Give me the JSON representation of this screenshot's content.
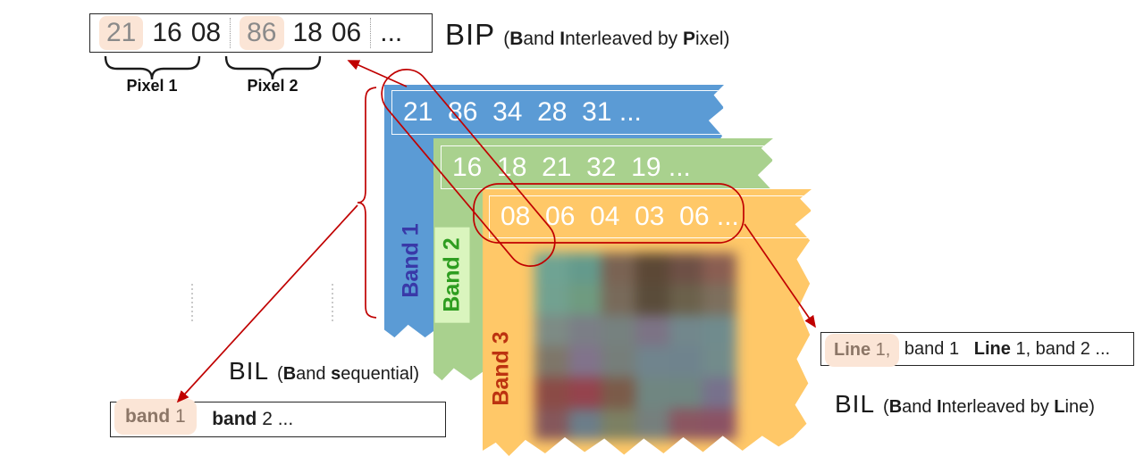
{
  "palette": {
    "annotation_red": "#C00000",
    "highlight_bg": "#FBE5D6",
    "top_highlight_text": "#8A8A8A",
    "box_highlight_text": "#8C7667",
    "text_black": "#1F1F1F"
  },
  "bip_box": {
    "segments": [
      {
        "t": "21",
        "hl": true
      },
      {
        "t": "16"
      },
      {
        "t": "08"
      },
      {
        "sep": true
      },
      {
        "t": "86",
        "hl": true
      },
      {
        "t": "18"
      },
      {
        "t": "06"
      },
      {
        "sep": true
      },
      {
        "t": "..."
      }
    ],
    "pixel_labels": [
      "Pixel 1",
      "Pixel 2"
    ]
  },
  "captions": {
    "bip": {
      "abbr": "BIP",
      "segments": [
        {
          "t": "("
        },
        {
          "t": "B",
          "b": true
        },
        {
          "t": "and "
        },
        {
          "t": "I",
          "b": true
        },
        {
          "t": "nterleaved by "
        },
        {
          "t": "P",
          "b": true
        },
        {
          "t": "ixel)"
        }
      ]
    },
    "bsq": {
      "abbr": "BIL",
      "segments": [
        {
          "t": "("
        },
        {
          "t": "B",
          "b": true
        },
        {
          "t": "and "
        },
        {
          "t": "s",
          "b": true
        },
        {
          "t": "equential)"
        }
      ]
    },
    "bil": {
      "abbr": "BIL",
      "segments": [
        {
          "t": "("
        },
        {
          "t": "B",
          "b": true
        },
        {
          "t": "and "
        },
        {
          "t": "I",
          "b": true
        },
        {
          "t": "nterleaved by "
        },
        {
          "t": "L",
          "b": true
        },
        {
          "t": "ine)"
        }
      ]
    }
  },
  "bands": [
    {
      "name": "Band 1",
      "values": "21  86  34  28  31 ...",
      "sheet_color": "#5B9BD5",
      "label_color": "#3939A8"
    },
    {
      "name": "Band 2",
      "values": "16  18  21  32  19 ...",
      "sheet_color": "#A9D18E",
      "label_color": "#2E9D20",
      "label_bg": "#DAF5BE"
    },
    {
      "name": "Band 3",
      "values": "08  06  04  03  06 ...",
      "sheet_color": "#FFC868",
      "label_color": "#BC3310"
    }
  ],
  "bsq_box": {
    "segments": [
      {
        "hl": true,
        "parts": [
          {
            "t": "band ",
            "b": true
          },
          {
            "t": "1"
          }
        ]
      },
      {
        "t": "   "
      },
      {
        "t": "band",
        "b": true
      },
      {
        "t": " 2 ..."
      }
    ]
  },
  "bil_box": {
    "segments": [
      {
        "hl": true,
        "parts": [
          {
            "t": "Line ",
            "b": true
          },
          {
            "t": "1,"
          }
        ]
      },
      {
        "t": " band 1   "
      },
      {
        "t": "Line",
        "b": true
      },
      {
        "t": " 1, band 2 ..."
      }
    ]
  },
  "blurred_image": {
    "rows": 6,
    "cols": 6,
    "colors": [
      "#6FA393",
      "#649A8C",
      "#7A6353",
      "#5C4836",
      "#6E5046",
      "#8A5E52",
      "#72A190",
      "#6F9B80",
      "#786A5A",
      "#5A4C3A",
      "#6B614B",
      "#7D6F5D",
      "#7D8B85",
      "#7B7E86",
      "#76817F",
      "#7C7385",
      "#72878C",
      "#708B8D",
      "#7E7669",
      "#81738B",
      "#767E7A",
      "#70848D",
      "#6F838D",
      "#728B8B",
      "#8B4B46",
      "#95434D",
      "#7B5B49",
      "#708681",
      "#6F8681",
      "#77718C",
      "#85575B",
      "#6C7D89",
      "#7C8063",
      "#767F7D",
      "#8B5661",
      "#8B5264"
    ]
  }
}
